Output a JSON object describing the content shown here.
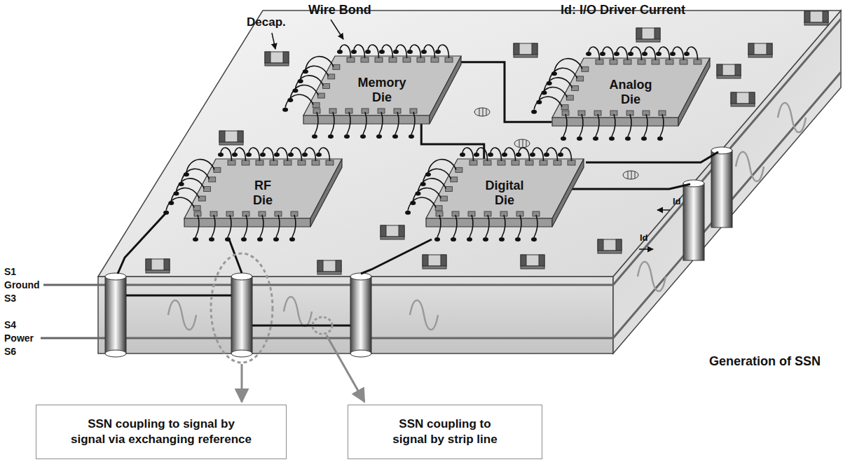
{
  "diagram": {
    "nodes": [
      {
        "text": [
          "Memory Die"
        ]
      },
      {
        "text": [
          "Analog Die"
        ]
      },
      {
        "text": [
          "RF Die"
        ]
      },
      {
        "text": [
          "Digital Die"
        ]
      },
      {
        "text": [
          "SSN coupling to signal by signal via exchanging reference"
        ]
      },
      {
        "text": [
          "SSN coupling to signal by strip line"
        ]
      }
    ],
    "edges": [
      {
        "from": 0,
        "to": 1,
        "arrow": "none"
      },
      {
        "from": 0,
        "to": 3,
        "arrow": "none"
      }
    ],
    "labels": [
      "Wire Bond",
      "Decap.",
      "Id: I/O Driver Current",
      "Id",
      "Id",
      "Generation of SSN",
      "S1",
      "Ground",
      "S3",
      "S4",
      "Power",
      "S6"
    ]
  }
}
